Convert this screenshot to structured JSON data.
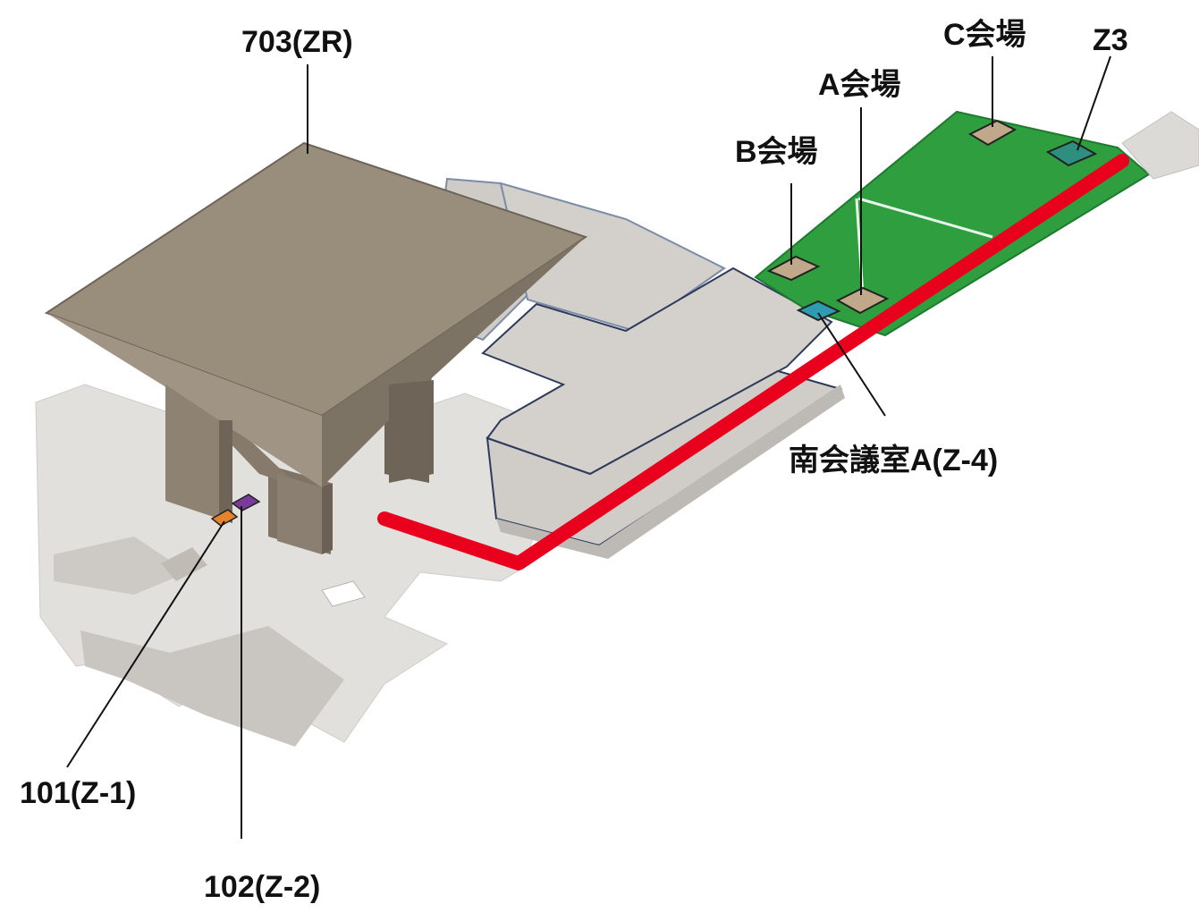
{
  "labels": {
    "building_703": "703(ZR)",
    "hall_c": "C会場",
    "hall_a": "A会場",
    "hall_b": "B会場",
    "z3": "Z3",
    "south_room_a": "南会議室A(Z-4)",
    "room_101": "101(Z-1)",
    "room_102": "102(Z-2)"
  },
  "colors": {
    "route": "#e8001c",
    "green_area": "#2e9e3e",
    "building": "#938878",
    "floor": "#d8d5d0",
    "hall_marker": "#c2a88a",
    "z3_marker": "#2e8f80",
    "z4_marker": "#2e9cb0",
    "z1_marker": "#e8822a",
    "z2_marker": "#7a3a9a"
  }
}
